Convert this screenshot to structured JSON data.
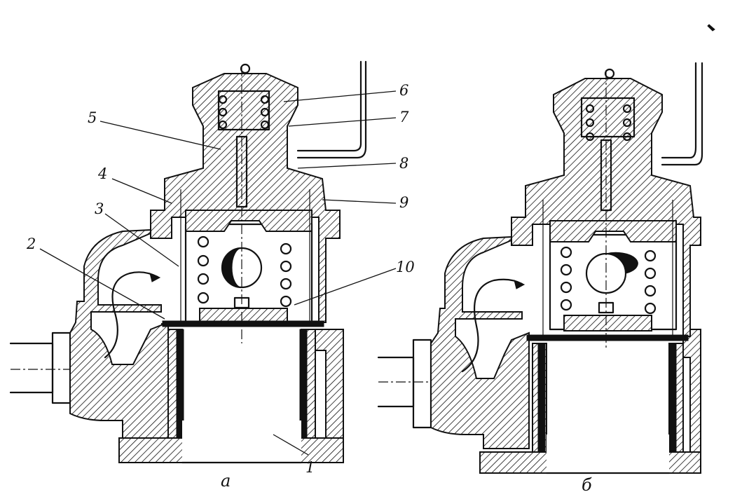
{
  "figure": {
    "variant_a_label": "а",
    "variant_b_label": "б",
    "callouts": [
      {
        "id": "c1",
        "text": "1"
      },
      {
        "id": "c2",
        "text": "2"
      },
      {
        "id": "c3",
        "text": "3"
      },
      {
        "id": "c4",
        "text": "4"
      },
      {
        "id": "c5",
        "text": "5"
      },
      {
        "id": "c6",
        "text": "6"
      },
      {
        "id": "c7",
        "text": "7"
      },
      {
        "id": "c8",
        "text": "8"
      },
      {
        "id": "c9",
        "text": "9"
      },
      {
        "id": "c10",
        "text": "10"
      }
    ]
  }
}
